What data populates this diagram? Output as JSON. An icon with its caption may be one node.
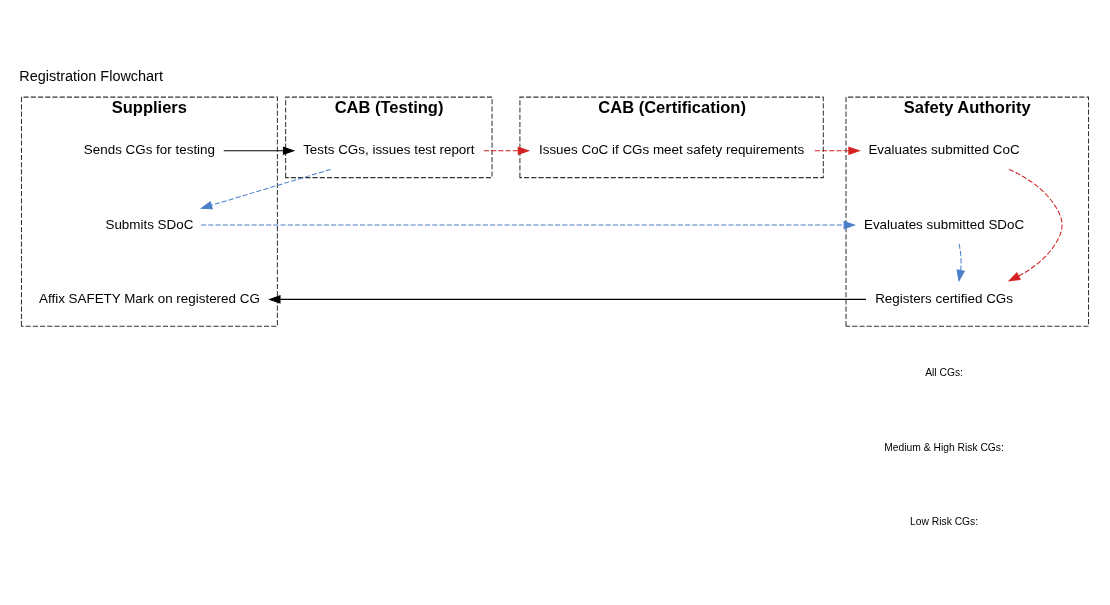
{
  "diagram": {
    "title": "Registration Flowchart",
    "nodes": [
      {
        "text": [
          "Suppliers"
        ]
      },
      {
        "text": [
          "CAB (Testing)"
        ]
      },
      {
        "text": [
          "CAB (Certification)"
        ]
      },
      {
        "text": [
          "Safety Authority"
        ]
      },
      {
        "text": [
          "Sends CGs for testing"
        ],
        "in": 0
      },
      {
        "text": [
          "Tests CGs, issues test report"
        ],
        "in": 1
      },
      {
        "text": [
          "Issues CoC if CGs meet safety requirements"
        ],
        "in": 2
      },
      {
        "text": [
          "Evaluates submitted CoC"
        ],
        "in": 3
      },
      {
        "text": [
          "Submits SDoC"
        ],
        "in": 0
      },
      {
        "text": [
          "Evaluates submitted SDoC"
        ],
        "in": 3
      },
      {
        "text": [
          "Affix SAFETY Mark on registered CG"
        ],
        "in": 0
      },
      {
        "text": [
          "Registers certified CGs"
        ],
        "in": 3
      }
    ],
    "edges": [
      {
        "from": 4,
        "to": 5,
        "arrow": "to",
        "color": "#000000"
      },
      {
        "from": 5,
        "to": 6,
        "arrow": "to",
        "style": "dashed",
        "color": "#d42020"
      },
      {
        "from": 6,
        "to": 7,
        "arrow": "to",
        "style": "dashed",
        "color": "#d42020"
      },
      {
        "from": 5,
        "to": 8,
        "arrow": "to",
        "style": "dashed",
        "color": "#4a7fc9"
      },
      {
        "from": 8,
        "to": 9,
        "arrow": "to",
        "style": "dashed",
        "color": "#4a7fc9"
      },
      {
        "from": 7,
        "to": 11,
        "arrow": "to",
        "style": "dashed",
        "color": "#d42020"
      },
      {
        "from": 9,
        "to": 11,
        "arrow": "to",
        "style": "dashed",
        "color": "#4a7fc9"
      },
      {
        "from": 11,
        "to": 10,
        "arrow": "to",
        "color": "#000000"
      }
    ],
    "legend": [
      {
        "text": "All CGs:"
      },
      {
        "text": "Medium & High Risk CGs:"
      },
      {
        "text": "Low Risk CGs:"
      }
    ]
  }
}
